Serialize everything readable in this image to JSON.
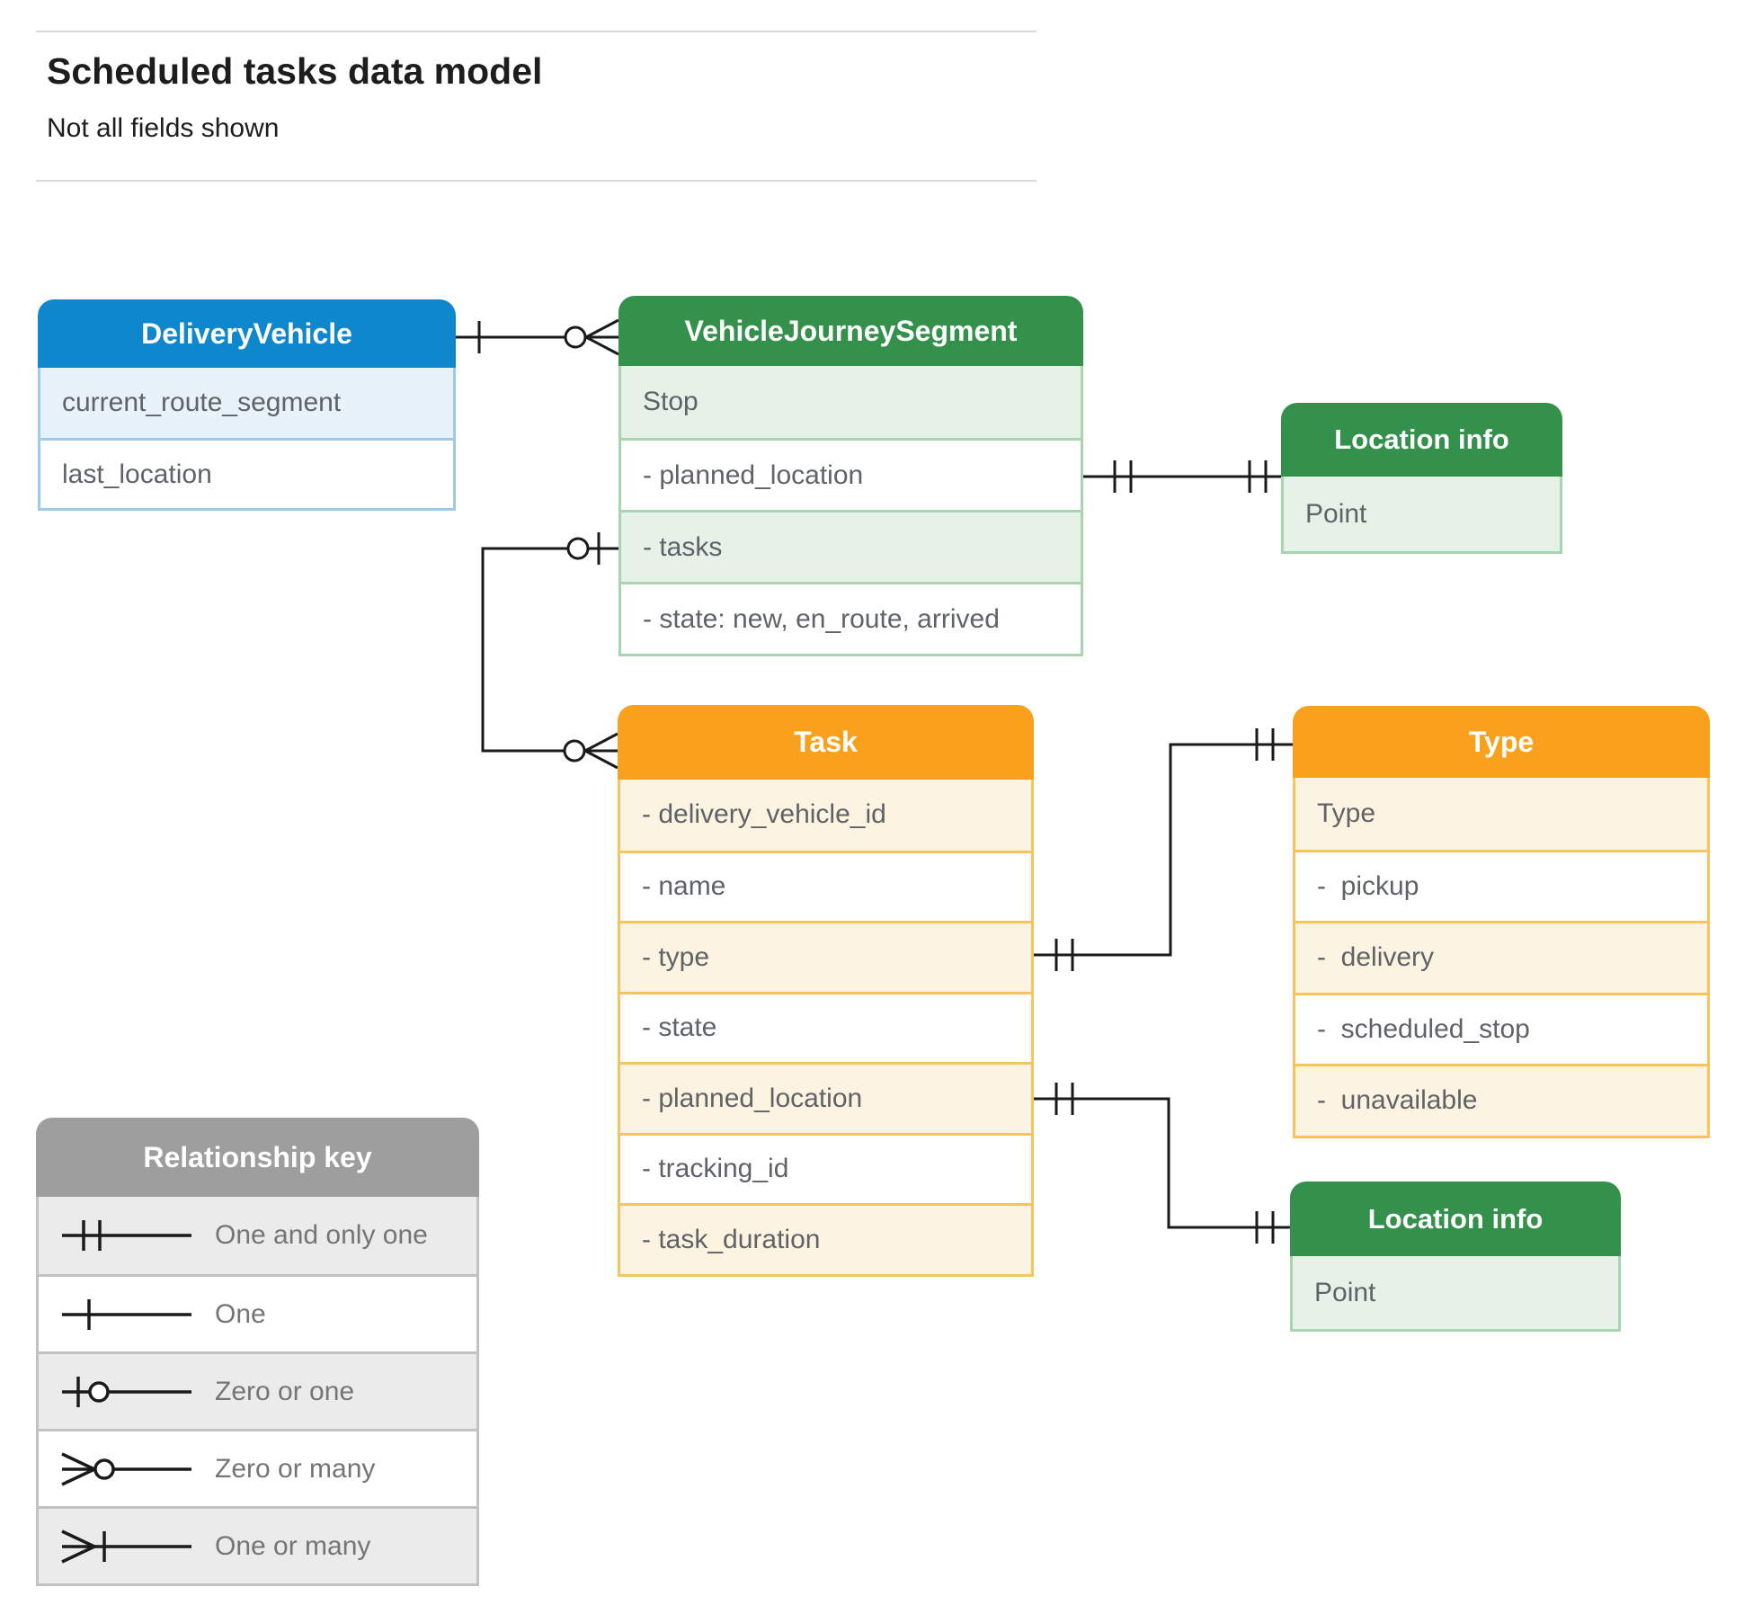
{
  "page": {
    "title": "Scheduled tasks data model",
    "subtitle": "Not all fields shown"
  },
  "colors": {
    "blue_header": "#0e87cc",
    "green_header": "#34914c",
    "orange_header": "#f9a11c",
    "gray_header": "#9e9e9e",
    "blue_tint": "#e8f2fb",
    "green_tint": "#e6f2e8",
    "orange_tint": "#fdf3e1",
    "gray_tint": "#ebebeb",
    "connector_line": "#1a1a1a"
  },
  "entities": {
    "delivery_vehicle": {
      "title": "DeliveryVehicle",
      "rows": [
        "current_route_segment",
        "last_location"
      ]
    },
    "vehicle_journey_segment": {
      "title": "VehicleJourneySegment",
      "rows": [
        "Stop",
        "- planned_location",
        "- tasks",
        "- state: new, en_route, arrived"
      ]
    },
    "location_info_1": {
      "title": "Location info",
      "rows": [
        "Point"
      ]
    },
    "task": {
      "title": "Task",
      "rows": [
        "- delivery_vehicle_id",
        "- name",
        "- type",
        "- state",
        "- planned_location",
        "- tracking_id",
        "- task_duration"
      ]
    },
    "type": {
      "title": "Type",
      "rows": [
        "Type",
        "-  pickup",
        "-  delivery",
        "-  scheduled_stop",
        "-  unavailable"
      ]
    },
    "location_info_2": {
      "title": "Location info",
      "rows": [
        "Point"
      ]
    }
  },
  "relationships": [
    {
      "from": "DeliveryVehicle",
      "to": "VehicleJourneySegment",
      "from_cardinality": "one",
      "to_cardinality": "zero or many"
    },
    {
      "from": "VehicleJourneySegment.tasks",
      "to": "Task",
      "from_cardinality": "zero or one",
      "to_cardinality": "zero or many"
    },
    {
      "from": "VehicleJourneySegment.planned_location",
      "to": "Location info",
      "from_cardinality": "one and only one",
      "to_cardinality": "one and only one"
    },
    {
      "from": "Task.type",
      "to": "Type",
      "from_cardinality": "one and only one",
      "to_cardinality": "one and only one"
    },
    {
      "from": "Task.planned_location",
      "to": "Location info",
      "from_cardinality": "one and only one",
      "to_cardinality": "one and only one"
    }
  ],
  "legend": {
    "title": "Relationship key",
    "items": [
      "One and only one",
      "One",
      "Zero or one",
      "Zero or many",
      "One or many"
    ]
  }
}
